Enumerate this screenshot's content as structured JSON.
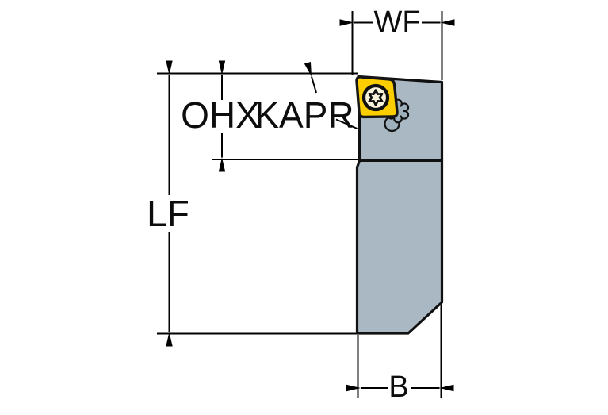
{
  "diagram": {
    "labels": {
      "wf": "WF",
      "ohx": "OHX",
      "kapr": "KAPR",
      "lf": "LF",
      "b": "B"
    },
    "colors": {
      "background": "#ffffff",
      "body": "#a9b8c3",
      "insert": "#fcce00",
      "shim": "#9db0bb",
      "screw_face": "#f8f2da",
      "outline": "#111111"
    }
  }
}
